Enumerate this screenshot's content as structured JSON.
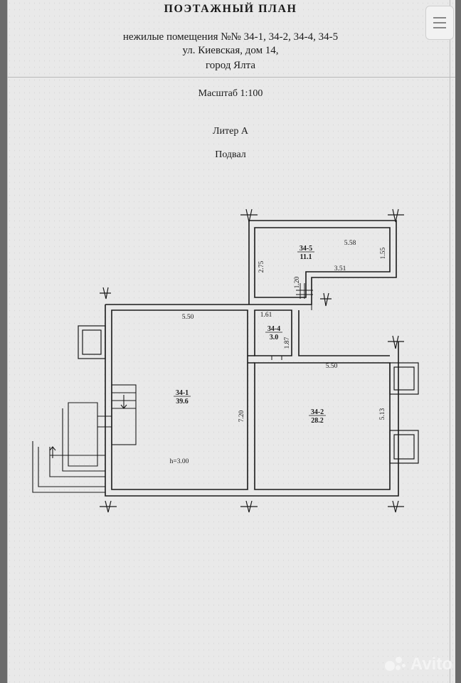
{
  "header": {
    "title": "ПОЭТАЖНЫЙ ПЛАН",
    "line1": "нежилые помещения №№ 34-1, 34-2, 34-4, 34-5",
    "line2": "ул. Киевская, дом 14,",
    "line3": "город Ялта"
  },
  "meta": {
    "scale": "Масштаб 1:100",
    "liter": "Литер А",
    "floor": "Подвал"
  },
  "rooms": [
    {
      "id": "34-1",
      "area": "39.6"
    },
    {
      "id": "34-2",
      "area": "28.2"
    },
    {
      "id": "34-4",
      "area": "3.0"
    },
    {
      "id": "34-5",
      "area": "11.1"
    }
  ],
  "dimensions": {
    "d1": "5.50",
    "d2": "7.20",
    "d3": "h=3.00",
    "d4": "5.50",
    "d5": "5.13",
    "d6": "1.61",
    "d7": "1.87",
    "d8": "5.58",
    "d9": "1.55",
    "d10": "2.75",
    "d11": "3.51",
    "d12": "1.20"
  },
  "watermark": {
    "text": "Avito"
  },
  "colors": {
    "ink": "#1a1a1a",
    "paper": "#e9e9e9",
    "background": "#6b6b6b"
  }
}
